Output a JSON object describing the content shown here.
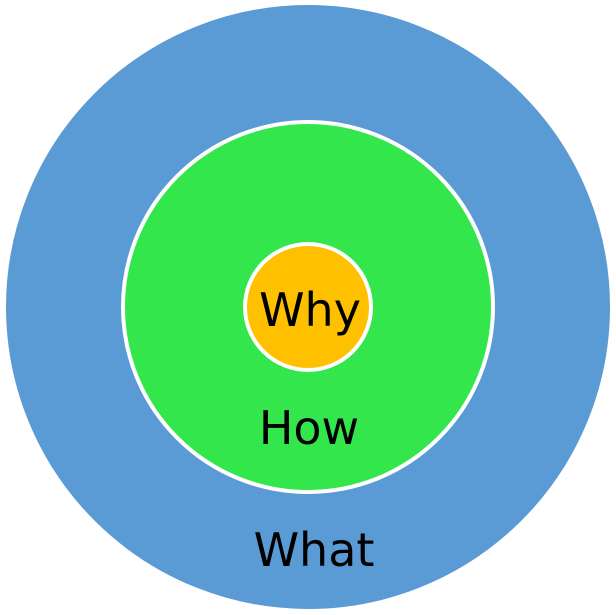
{
  "diagram": {
    "rings": [
      {
        "id": "outer",
        "label": "What",
        "color": "#5B9BD5"
      },
      {
        "id": "middle",
        "label": "How",
        "color": "#32E64B"
      },
      {
        "id": "inner",
        "label": "Why",
        "color": "#FFC000"
      }
    ],
    "ring_border_color": "#FFFFFF"
  }
}
